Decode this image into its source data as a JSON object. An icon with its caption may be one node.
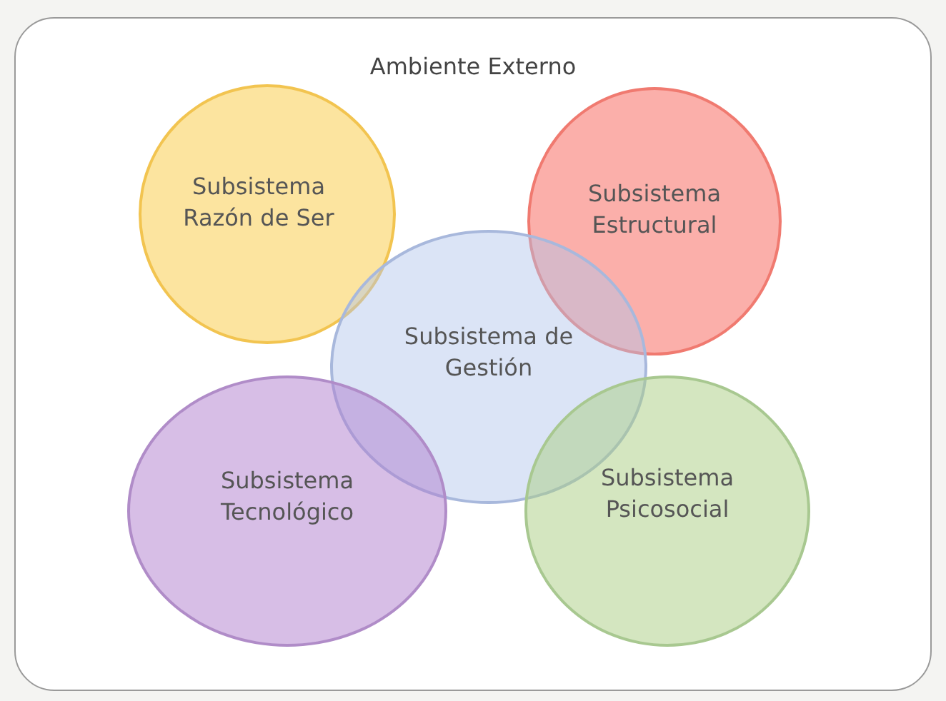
{
  "diagram": {
    "nodes": [
      {
        "text": [
          "Ambiente Externo"
        ]
      },
      {
        "text": [
          "Subsistema Razón de Ser"
        ],
        "in": 0
      },
      {
        "text": [
          "Subsistema Estructural"
        ],
        "in": 0
      },
      {
        "text": [
          "Subsistema de Gestión"
        ],
        "in": 0
      },
      {
        "text": [
          "Subsistema Tecnológico"
        ],
        "in": 0
      },
      {
        "text": [
          "Subsistema Psicosocial"
        ],
        "in": 0
      }
    ]
  }
}
